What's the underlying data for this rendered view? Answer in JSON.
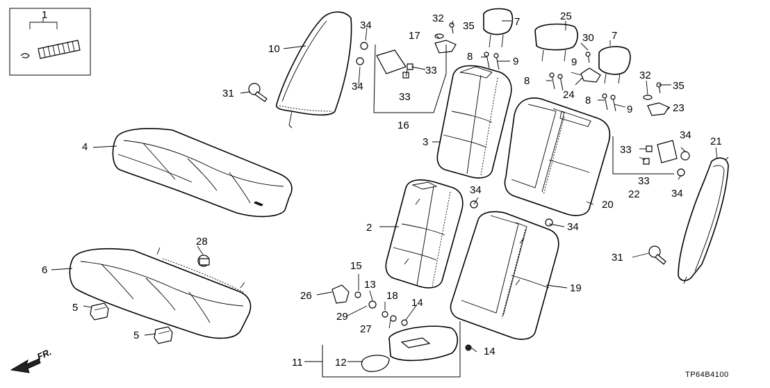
{
  "diagram_code": "TP64B4100",
  "direction_label": "FR.",
  "callouts": {
    "c1": "1",
    "c2": "2",
    "c3": "3",
    "c4": "4",
    "c5a": "5",
    "c5b": "5",
    "c6": "6",
    "c7a": "7",
    "c7b": "7",
    "c8a": "8",
    "c8b": "8",
    "c8c": "8",
    "c9a": "9",
    "c9b": "9",
    "c9c": "9",
    "c10": "10",
    "c11": "11",
    "c12": "12",
    "c13": "13",
    "c14a": "14",
    "c14b": "14",
    "c15": "15",
    "c16": "16",
    "c17": "17",
    "c18": "18",
    "c19": "19",
    "c20": "20",
    "c21": "21",
    "c22": "22",
    "c23": "23",
    "c24": "24",
    "c25": "25",
    "c26": "26",
    "c27": "27",
    "c28": "28",
    "c29": "29",
    "c30": "30",
    "c31a": "31",
    "c31b": "31",
    "c32a": "32",
    "c32b": "32",
    "c33a": "33",
    "c33b": "33",
    "c33c": "33",
    "c33d": "33",
    "c34a": "34",
    "c34b": "34",
    "c34c": "34",
    "c34d": "34",
    "c34e": "34",
    "c34f": "34",
    "c35a": "35",
    "c35b": "35"
  }
}
